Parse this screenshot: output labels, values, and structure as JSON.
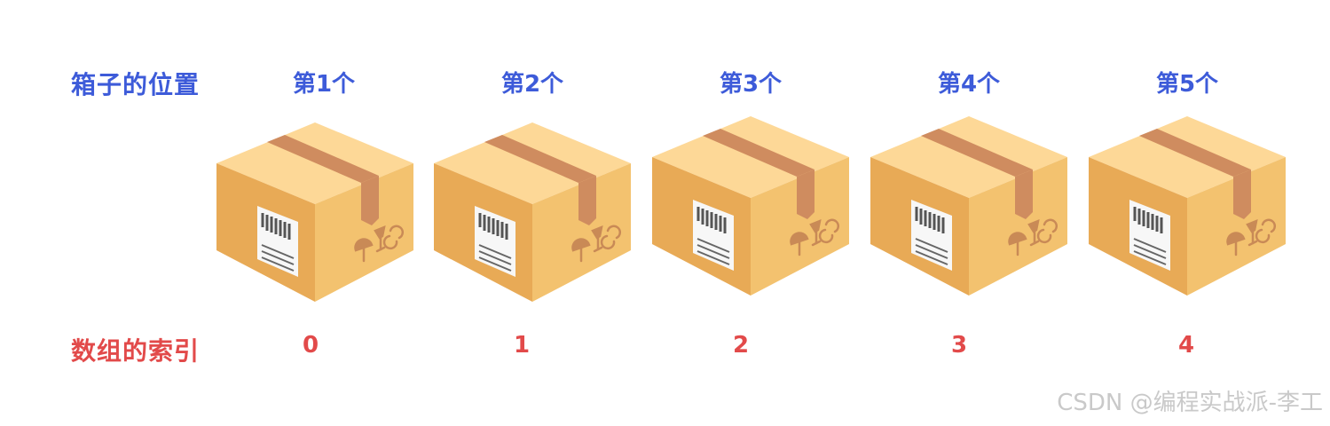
{
  "labels": {
    "position_row": "箱子的位置",
    "index_row": "数组的索引"
  },
  "columns": [
    {
      "position": "第1个",
      "index": "0"
    },
    {
      "position": "第2个",
      "index": "1"
    },
    {
      "position": "第3个",
      "index": "2"
    },
    {
      "position": "第4个",
      "index": "3"
    },
    {
      "position": "第5个",
      "index": "4"
    }
  ],
  "watermark": "CSDN @编程实战派-李工",
  "colors": {
    "position_text": "#3d5bd9",
    "index_text": "#e24a4a",
    "box_top": "#fdd897",
    "box_left": "#e8aa56",
    "box_right": "#f3c26f",
    "tape": "#cf8c5f",
    "label_paper": "#f7f7f7",
    "barcode": "#555555",
    "symbols": "#c98a56"
  },
  "icons": {
    "box": "cardboard-box-icon",
    "umbrella": "umbrella-icon",
    "glass": "fragile-glass-icon",
    "recycle": "recycle-icon"
  }
}
